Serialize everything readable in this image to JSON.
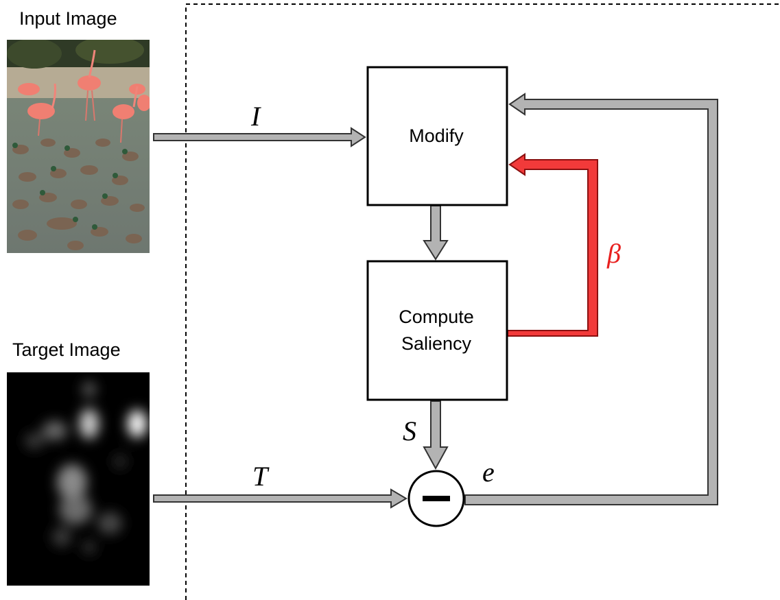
{
  "input": {
    "title": "Input Image"
  },
  "target": {
    "title": "Target Image"
  },
  "blocks": {
    "modify": "Modify",
    "saliency_line1": "Compute",
    "saliency_line2": "Saliency"
  },
  "symbols": {
    "input_signal": "I",
    "target_signal": "T",
    "saliency_signal": "S",
    "error_signal": "e",
    "feedback_param": "β"
  },
  "colors": {
    "arrow_fill": "#b3b3b3",
    "feedback_red": "#f23a3a",
    "beta_text": "#e8201f",
    "box_stroke": "#000000"
  }
}
